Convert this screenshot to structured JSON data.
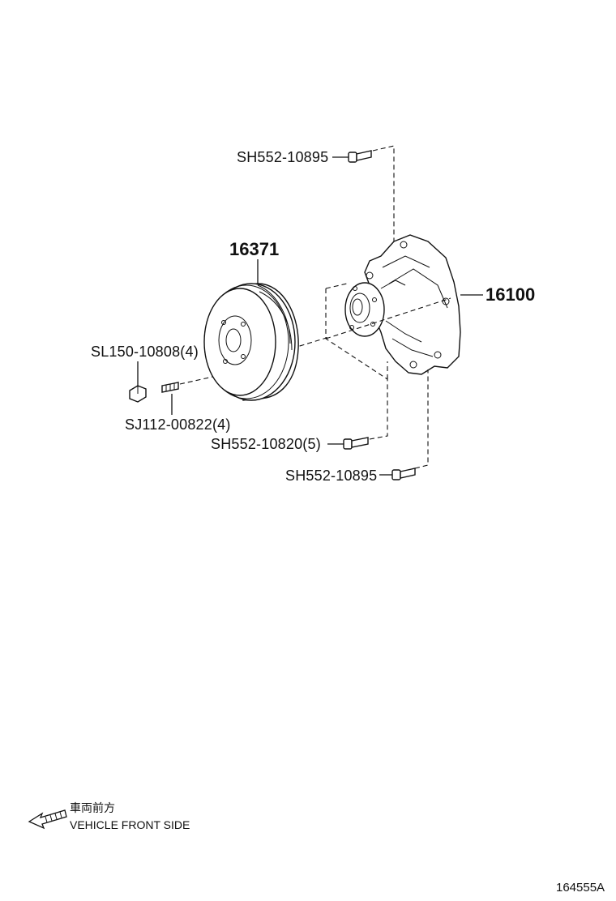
{
  "callouts": {
    "bolt_top": "SH552-10895",
    "pulley": "16371",
    "water_pump": "16100",
    "nut": "SL150-10808(4)",
    "stud": "SJ112-00822(4)",
    "bolt_mid": "SH552-10820(5)",
    "bolt_bottom": "SH552-10895"
  },
  "legend": {
    "jp_text": "車両前方",
    "en_text": "VEHICLE FRONT SIDE",
    "icon": "arrow-left-icon"
  },
  "figure_ref": "164555A"
}
